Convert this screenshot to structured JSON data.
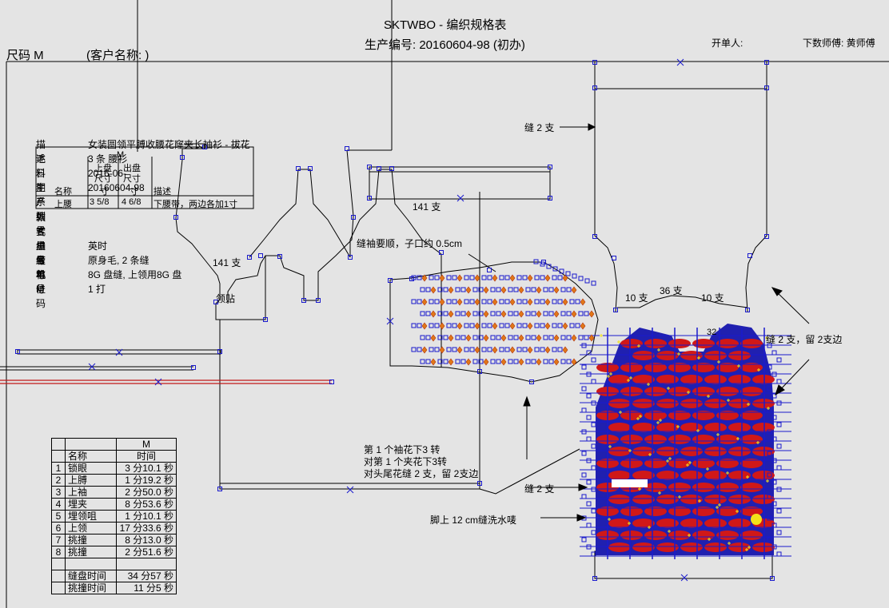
{
  "header": {
    "title": "SKTWBO - 编织规格表",
    "production_no": "生产编号: 20160604-98 (初办)",
    "size": "尺码  M",
    "customer": "(客户名称:                   )",
    "opener": "开单人:",
    "master": "下数师傅: 黄师傅"
  },
  "info": {
    "rows": [
      {
        "key": "描述",
        "value": "女装圆领平膊收腰花窿夹长袖衫 - 拔花"
      },
      {
        "key": "毛料",
        "value": "3 条 腰衫"
      },
      {
        "key": "日期",
        "value": "2016-06-"
      },
      {
        "key": "生产编号",
        "value": "20160604-98"
      },
      {
        "key": "系列",
        "value": ""
      },
      {
        "key": "款式编号",
        "value": ""
      },
      {
        "key": "客户名称",
        "value": ""
      },
      {
        "key": "量度单位",
        "value": "英时"
      },
      {
        "key": "缝毛",
        "value": "原身毛, 2 条缝"
      },
      {
        "key": "机号",
        "value": "8G 盘缝, 上领用8G 盘"
      },
      {
        "key": "M 码",
        "value": "1 打"
      }
    ],
    "overlay": {
      "col1": "上盘",
      "col1b": "尺寸",
      "col2": "出盘",
      "col2b": "尺寸",
      "col3": "描述",
      "name_hdr": "名称",
      "row_label": "上腰",
      "v1": "3 5/8",
      "v2": "4 6/8",
      "desc": "下腰带，两边各加1寸",
      "m_label": "M",
      "cun": "寸"
    }
  },
  "time_table": {
    "size_header": "M",
    "name_header": "名称",
    "time_header": "时间",
    "rows": [
      {
        "no": "1",
        "name": "锁眼",
        "time": "3 分10.1 秒"
      },
      {
        "no": "2",
        "name": "上膊",
        "time": "1 分19.2 秒"
      },
      {
        "no": "3",
        "name": "上袖",
        "time": "2 分50.0 秒"
      },
      {
        "no": "4",
        "name": "埋夹",
        "time": "8 分53.6 秒"
      },
      {
        "no": "5",
        "name": "埋领咀",
        "time": "1 分10.1 秒"
      },
      {
        "no": "6",
        "name": "上领",
        "time": "17 分33.6 秒"
      },
      {
        "no": "7",
        "name": "挑撞",
        "time": "8 分13.0 秒"
      },
      {
        "no": "8",
        "name": "挑撞",
        "time": "2 分51.6 秒"
      }
    ],
    "sew_label": "缝盘时间",
    "sew_time": "34 分57 秒",
    "pick_label": "挑撞时间",
    "pick_time": "11 分5 秒"
  },
  "annotations": {
    "sew2_top": "缝 2 支",
    "sleeve_141": "141 支",
    "body_141": "141 支",
    "sleeve_note": "缝袖要顺，子口约 0.5cm",
    "collar": "领贴",
    "ten_left": "10 支",
    "thirtysix": "36 支",
    "ten_right": "10 支",
    "thirtytwo": "32",
    "sew2_keep2": "缝 2 支，留 2支边",
    "flower_line1": "第 1 个袖花下3 转",
    "flower_line2": "对第 1 个夹花下3转",
    "flower_line3": "对头尾花缝 2 支，留 2支边",
    "sew2_bottom": "缝 2 支",
    "hem": "脚上 12 cm缝洗水唛"
  },
  "colors": {
    "background": "#e4e4e4",
    "outline": "#000000",
    "marker": "#1a1acc",
    "fabric_red": "#d01818",
    "fabric_blue": "#2020b0",
    "accent_yellow": "#f2e21a",
    "diamond_orange": "#e07818"
  }
}
